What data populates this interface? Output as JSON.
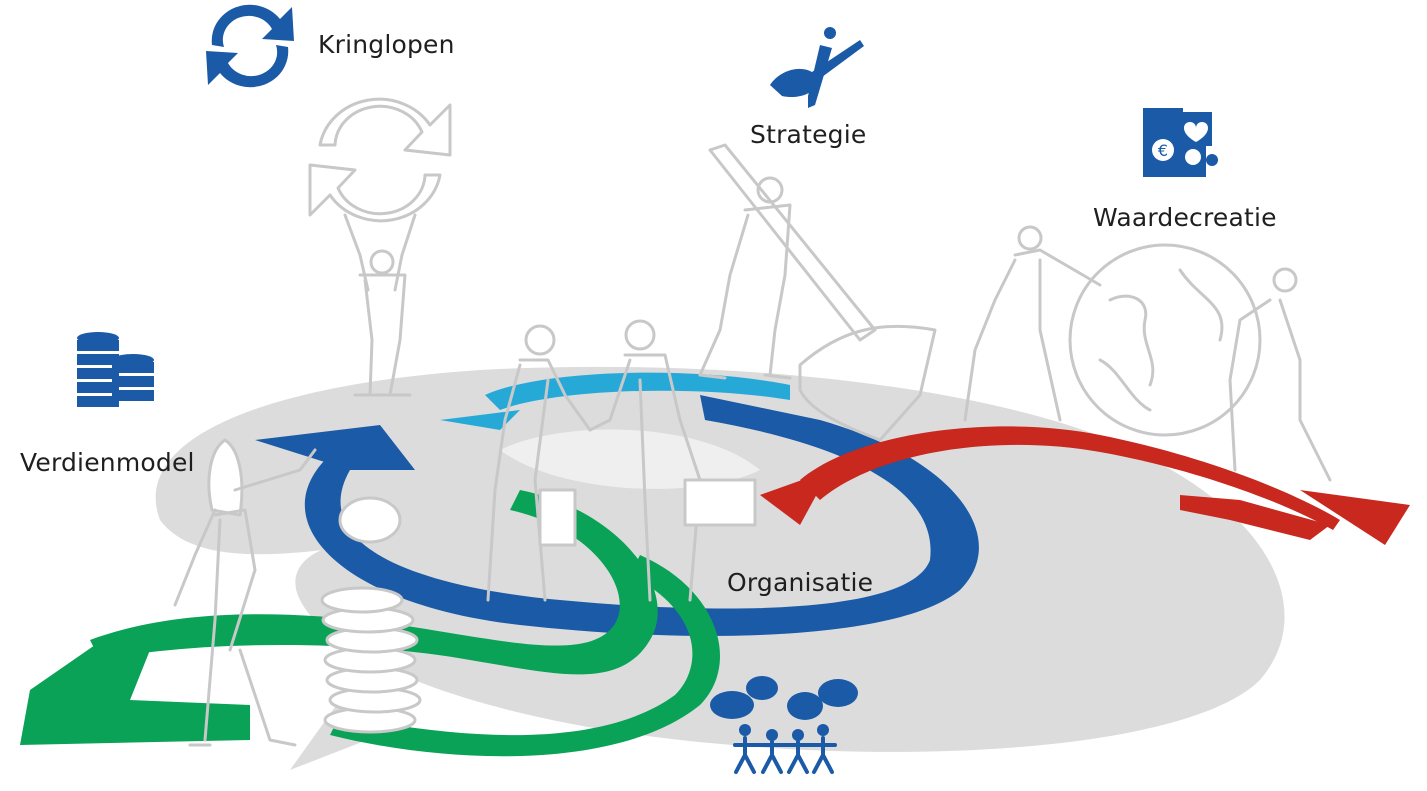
{
  "labels": {
    "kringlopen": "Kringlopen",
    "strategie": "Strategie",
    "waardecreatie": "Waardecreatie",
    "verdienmodel": "Verdienmodel",
    "organisatie": "Organisatie"
  },
  "icons": {
    "kringlopen": "recycle-arrows-icon",
    "strategie": "brush-and-pen-icon",
    "waardecreatie": "puzzle-pieces-icon",
    "verdienmodel": "coin-stacks-icon",
    "organisatie": "people-thinking-icon"
  },
  "colors": {
    "blue": "#1a5aa6",
    "green": "#0aa257",
    "red": "#c8281e",
    "light_blue": "#27a9d8",
    "gray": "#dcdcdc",
    "figure_outline": "#c8c8c8"
  }
}
